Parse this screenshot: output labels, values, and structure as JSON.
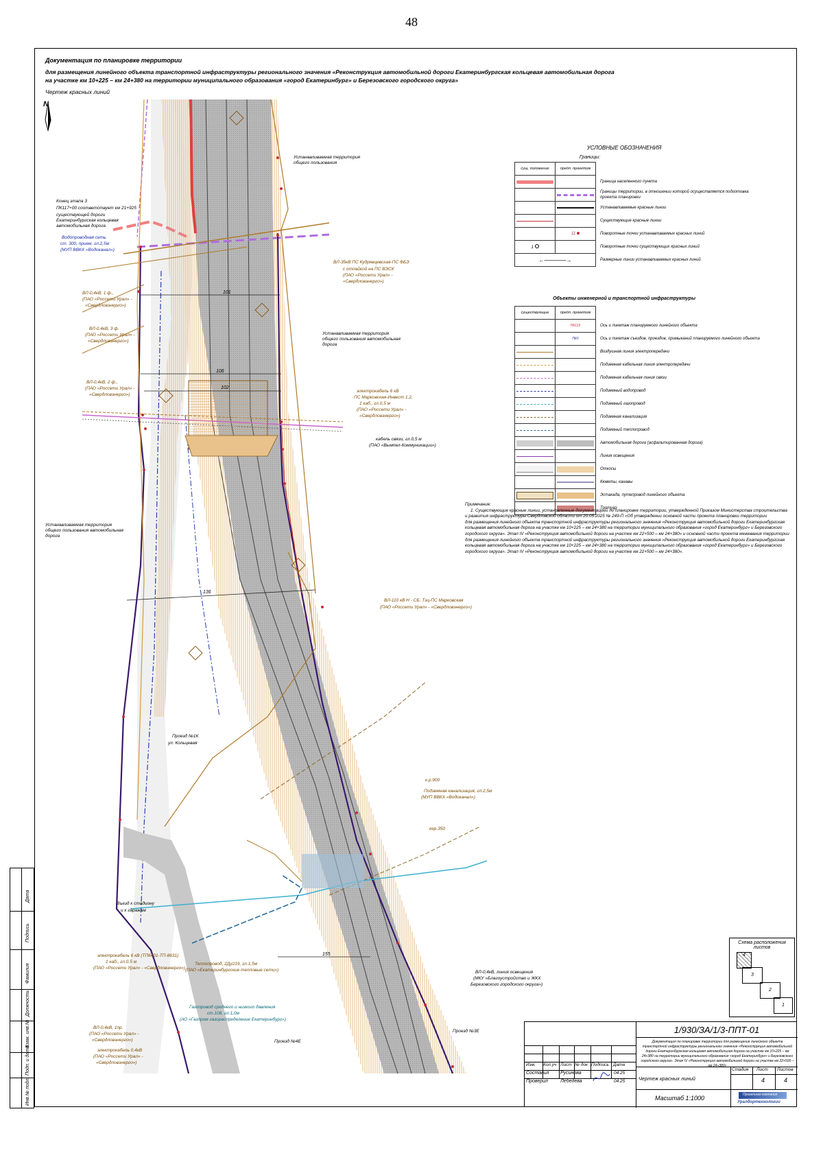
{
  "page_number": "48",
  "header": {
    "title": "Документация по планировке территории",
    "subtitle_line1": "для размещения линейного объекта транспортной инфраструктуры регионального значения «Реконструкция автомобильной дороги Екатеринбургская кольцевая автомобильная дорога",
    "subtitle_line2": "на участке км 10+225 – км 24+380 на территории муниципального образования «город Екатеринбург» и Березовского городского округа»",
    "drawing_name": "Чертеж красных линий"
  },
  "north": "N",
  "legend": {
    "title": "УСЛОВНЫЕ ОБОЗНАЧЕНИЯ",
    "boundaries_title": "Границы:",
    "col_existing": "сущ. положение",
    "col_planned": "предл. проектом",
    "boundary_items": [
      "Граница населенного пункта",
      "Границы территории, в отношении которой осуществляется подготовка проекта планировки",
      "Устанавливаемые красные линии",
      "Существующие красные линии",
      "Поворотные точки устанавливаемых красных линий",
      "Поворотные точки существующих красных линий",
      "Размерные линии устанавливаемых красных линий"
    ],
    "point_new": "11",
    "point_existing": "1",
    "infra_title": "Объекты инженерной и транспортной инфраструктуры",
    "col_existing2": "существующие",
    "col_planned2": "предл. проектом",
    "pk_label_1": "ПК115",
    "pk_label_2": "ПК0",
    "infra_items": [
      "Ось и пикетаж планируемого линейного объекта",
      "Ось и пикетаж съездов, проездов, примыканий планируемого линейного объекта",
      "Воздушная линия электропередачи",
      "Подземная кабельная линия электропередачи",
      "Подземная кабельная линия связи",
      "Подземный водопровод",
      "Подземный газопровод",
      "Подземная канализация",
      "Подземный теплопровод",
      "Автомобильная дорога (асфальтированная дорога)",
      "Линия освещения",
      "Откосы",
      "Кюветы, канавы",
      "Эстакада, путепровод линейного объекта",
      "Тротуар"
    ],
    "colors": {
      "settlement": "#f08080",
      "planning_boundary": "#b06be0",
      "red_new": "#111111",
      "red_existing": "#c0303a",
      "power_air": "#b07a2a",
      "power_cable": "#d49a3a",
      "comm_cable": "#cc66cc",
      "water": "#2a3ab0",
      "gas": "#3ab0d0",
      "sewer": "#8a6a2a",
      "heat": "#2a6a9a"
    }
  },
  "note": {
    "heading": "Примечание:",
    "lines": [
      "1. Существующие красные линии, установленные документацией по планировке территории, утвержденной Приказом Министерства строительства",
      "и развития инфраструктуры Свердловской области от 20.05.2025 № 249-П «Об утверждении основной части проекта планировки территории",
      "для размещения линейного объекта транспортной инфраструктуры регионального значения «Реконструкция автомобильной дороги Екатеринбургская",
      "кольцевая автомобильная дорога на участке км 10+225 – км 24+380 на территории муниципального образования «город Екатеринбург» и Березовского",
      "городского округа». Этап IV «Реконструкция автомобильной дороги на участке км 22+500 – км 24+380» и основной части проекта межевания территории",
      "для размещения линейного объекта транспортной инфраструктуры регионального значения «Реконструкция автомобильной дороги Екатеринбургская",
      "кольцевая автомобильная дорога на участке км 10+225 – км 24+380 на территории муниципального образования «город Екатеринбург» и Березовского",
      "городского округа». Этап IV «Реконструкция автомобильной дороги на участке км 22+500 – км 24+380»."
    ]
  },
  "map_labels": {
    "public_territory_1": "Устанавливаемая территория общего пользования",
    "public_territory_2": "Устанавливаемая территория общего пользования автомобильная дорога",
    "public_territory_3": "Устанавливаемая территория общего пользования автомобильная дорога",
    "end_stage": "Конец этапа 3",
    "end_stage_pk": "ПК117+00 соответствует км 21+925",
    "end_stage_road": "существующей дороги Екатеринбургская кольцевая автомобильная дорога",
    "water_net": "Водопроводная сеть",
    "water_net_2": "ст. 300, прием. гл.2,5м",
    "water_net_3": "(МУП ВВКХ «Водоканал»)",
    "vl35": "ВЛ-35кВ ПС Кудрявцевская-ПС ФБЭ",
    "vl35_2": "с отпайкой на ПС ВЭСК",
    "vl35_3": "(ПАО «Россети Урал» -",
    "vl35_4": "«Свердловэнерго»)",
    "vl04_a": "ВЛ-0,4кВ, 1 ф.,",
    "vl04_a2": "(ПАО «Россети Урал» -",
    "vl04_a3": "«Свердловэнерго»)",
    "vl04_b": "ВЛ-0,4кВ, 3 ф.",
    "vl04_b2": "(ПАО «Россети Урал» -",
    "vl04_b3": "«Свердловэнерго»)",
    "vl04_c": "ВЛ-0,4кВ, 2 ф.,",
    "vl04_c2": "(ПАО «Россети Урал» -",
    "vl04_c3": "«Свердловэнерго»)",
    "cable6": "электрокабель 6 кВ",
    "cable6_2": "ПС Марковская-Инвест 1,2,",
    "cable6_3": "1 каб., гл.0,5 м",
    "cable6_4": "(ПАО «Россети Урал» -",
    "cable6_5": "«Свердловэнерго»)",
    "comm": "кабель связи, гл.0,5 м",
    "comm_2": "(ПАО «Вымпел-Коммуникации»)",
    "vl110": "ВЛ-110 кВ Н - СБ. Тэц-ПС Марковская",
    "vl110_2": "(ПАО «Россети Урал» - «Свердловэнерго»)",
    "passage1": "Проезд №1К",
    "passage1_2": "ул. Кольцевая",
    "sewer": "Подземная канализация, гл.2,5м",
    "sewer_2": "(МУП ВВКХ «Водоканал»)",
    "entry_stadium": "Въезд к стадиону",
    "entry_stadium_2": "и к гаражам",
    "cable6b": "электрокабель 6 кВ (ТП6401-ТП-8631)",
    "cable6b_2": "1 каб., гл.0,5 м",
    "cable6b_3": "(ПАО «Россети Урал» - «Свердловэнерго»)",
    "heat": "Теплопровод, 2Ду219, гл.1,5м",
    "heat_2": "(ПАО «Екатеринбургские тепловые сети»)",
    "gas": "Газопровод среднего и низкого давления",
    "gas_2": "ст.108, гл.1,0м",
    "gas_3": "(АО «Газпром газораспределение Екатеринбург»)",
    "vl04_d": "ВЛ-0,4кВ, 1пр.",
    "vl04_d2": "(ПАО «Россети Урал» -",
    "vl04_d3": "«Свердловэнерго»)",
    "cable04": "электрокабель 0,4кВ",
    "cable04_2": "(ПАО «Россети Урал» -",
    "cable04_3": "«Свердловэнерго»)",
    "lighting": "ВЛ-0,4кВ, линия освещения",
    "lighting_2": "(МКУ «Благоустройство и ЖКХ",
    "lighting_3": "Березовского городского округа»)",
    "passage4": "Проезд №4Е",
    "passage3": "Проезд №3Е",
    "dim_101": "101",
    "dim_106": "106",
    "dim_102": "102",
    "dim_136": "136",
    "dim_155": "155",
    "kerr": "кер.350",
    "kerr2": "к.р.900"
  },
  "sheet_scheme": {
    "title": "Схема расположения листов",
    "cells": [
      "4",
      "3",
      "2",
      "1"
    ]
  },
  "stamp": {
    "code": "1/930/ЗА/1/3-ППТ-01",
    "description": "Документация по планировке территории для размещения линейного объекта транспортной инфраструктуры регионального значения «Реконструкция автомобильной дороги Екатеринбургская кольцевая автомобильная дорога на участке км 10+225 – км 24+380 на территории муниципального образования «город Екатеринбург» и Березовского городского округа». Этап IV «Реконструкция автомобильной дороги на участке км 22+500 – км 24+380»",
    "col_headers": [
      "Изм.",
      "Кол.уч",
      "Лист",
      "№ док",
      "Подпись",
      "Дата"
    ],
    "row1": {
      "role": "Составил",
      "name": "Русинова",
      "date": "04.25"
    },
    "row2": {
      "role": "Проверил",
      "name": "Лебедева",
      "date": "04.25"
    },
    "sheet_title": "Чертеж красных линий",
    "stage_label": "Стадия",
    "sheet_label": "Лист",
    "sheets_label": "Листов",
    "sheet_value": "4",
    "sheets_value": "4",
    "scale": "Масштаб 1:1000",
    "company_1": "Проектная компания",
    "company_2": "Уралдортехнологии"
  },
  "side_stamp": {
    "labels": [
      "Инв.№ подл.",
      "Подп. и дата",
      "Взам. инв.№",
      "Должность",
      "Фамилия",
      "Подпись",
      "Дата"
    ]
  }
}
